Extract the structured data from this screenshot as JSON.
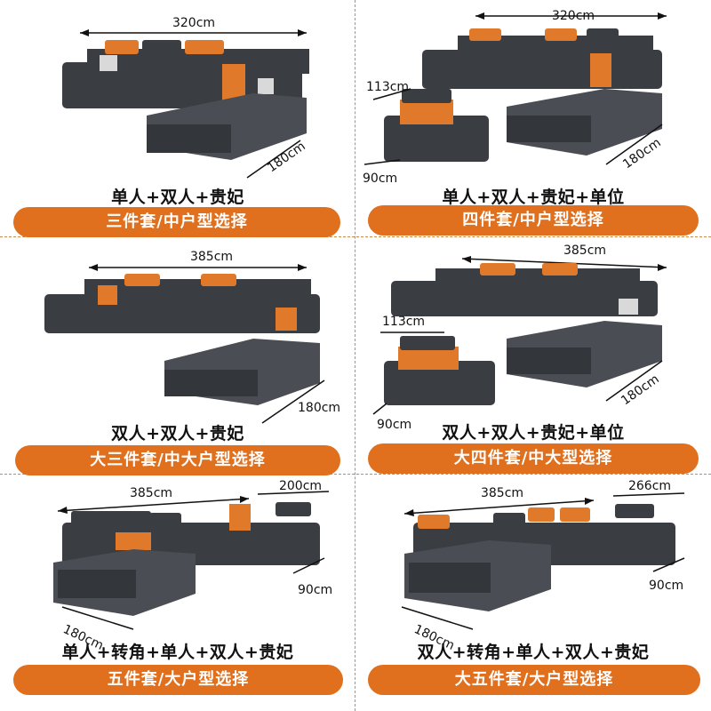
{
  "colors": {
    "accent": "#e0701e",
    "sofa": "#3a3d42",
    "sofa_light": "#4a4e54",
    "leather": "#e07a2a",
    "bg": "#ffffff"
  },
  "panels": [
    {
      "combo": "单人+双人+贵妃",
      "package": "三件套/中户型选择",
      "dims": [
        "320cm",
        "180cm"
      ]
    },
    {
      "combo": "单人+双人+贵妃+单位",
      "package": "四件套/中户型选择",
      "dims": [
        "320cm",
        "113cm",
        "90cm",
        "180cm"
      ]
    },
    {
      "combo": "双人+双人+贵妃",
      "package": "大三件套/中大户型选择",
      "dims": [
        "385cm",
        "180cm"
      ]
    },
    {
      "combo": "双人+双人+贵妃+单位",
      "package": "大四件套/中大型选择",
      "dims": [
        "385cm",
        "113cm",
        "90cm",
        "180cm"
      ]
    },
    {
      "combo": "单人+转角+单人+双人+贵妃",
      "package": "五件套/大户型选择",
      "dims": [
        "385cm",
        "200cm",
        "90cm",
        "180cm"
      ]
    },
    {
      "combo": "双人+转角+单人+双人+贵妃",
      "package": "大五件套/大户型选择",
      "dims": [
        "385cm",
        "266cm",
        "90cm",
        "180cm"
      ]
    }
  ]
}
